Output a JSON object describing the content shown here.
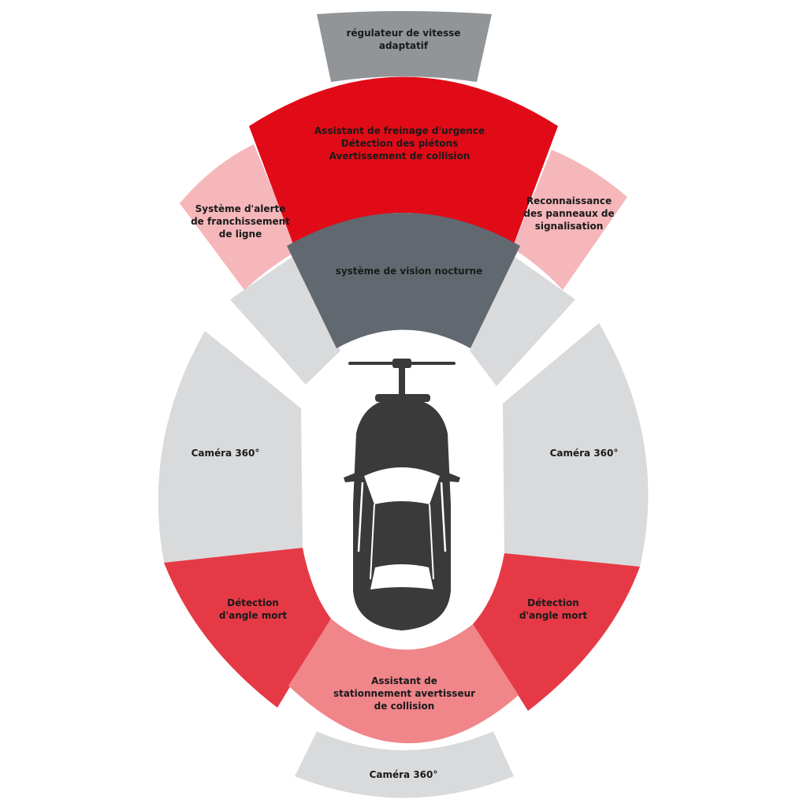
{
  "colors": {
    "acc_gray": "#929598",
    "aeb_red": "#e10a17",
    "side_pink": "#f5b7ba",
    "night_dark": "#61686f",
    "light_gray": "#d9dadc",
    "blind_red": "#e63946",
    "park_pink": "#f0858a",
    "car_body": "#3a3a3a"
  },
  "zones": {
    "adaptive_cruise": {
      "label": [
        "régulateur de vitesse",
        "adaptatif"
      ]
    },
    "emergency_braking": {
      "label": [
        "Assistant de freinage d'urgence",
        "Détection des piétons",
        "Avertissement de collision"
      ]
    },
    "lane_departure": {
      "label": [
        "Système d'alerte",
        "de franchissement",
        "de ligne"
      ]
    },
    "traffic_sign": {
      "label": [
        "Reconnaissance",
        "des panneaux de",
        "signalisation"
      ]
    },
    "night_vision": {
      "label": [
        "système de vision nocturne"
      ]
    },
    "camera_left": {
      "label": [
        "Caméra 360°"
      ]
    },
    "camera_right": {
      "label": [
        "Caméra 360°"
      ]
    },
    "blind_spot_left": {
      "label": [
        "Détection",
        "d'angle mort"
      ]
    },
    "blind_spot_right": {
      "label": [
        "Détection",
        "d'angle mort"
      ]
    },
    "parking_assist": {
      "label": [
        "Assistant de",
        "stationnement avertisseur",
        "de collision"
      ]
    },
    "camera_rear": {
      "label": [
        "Caméra 360°"
      ]
    }
  }
}
